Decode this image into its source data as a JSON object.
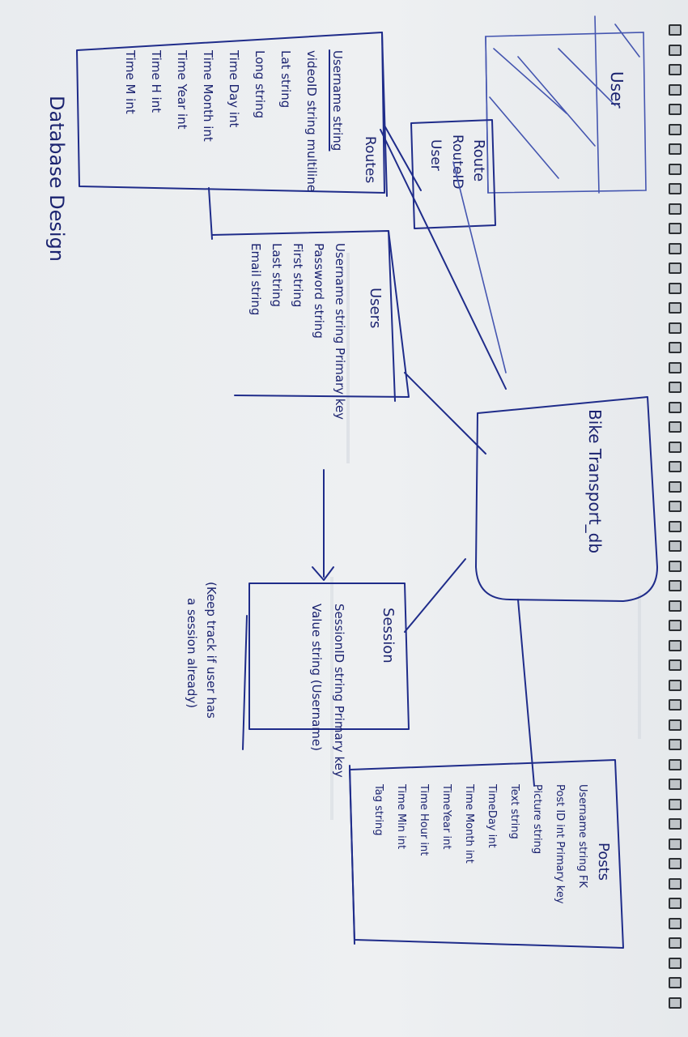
{
  "page_title": "Database Design",
  "center_node": "Bike Transport_db",
  "entities": {
    "user_box": {
      "title": "User"
    },
    "route_box": {
      "lines": [
        "Route",
        "RouteID",
        "User"
      ]
    },
    "routes": {
      "title": "Routes",
      "struck": "Routes",
      "rows": [
        {
          "text": "Username string",
          "struck": true
        },
        {
          "text": "videoID string multiline"
        },
        {
          "text": "Lat string"
        },
        {
          "text": "Long string"
        },
        {
          "text": "Time Day int"
        },
        {
          "text": "Time Month int"
        },
        {
          "text": "Time Year int"
        },
        {
          "text": "Time H int"
        },
        {
          "text": "Time M int"
        }
      ]
    },
    "users": {
      "title": "Users",
      "rows": [
        {
          "text": "Username string Primary key"
        },
        {
          "text": "Password string"
        },
        {
          "text": "First string"
        },
        {
          "text": "Last string"
        },
        {
          "text": "Email string"
        }
      ]
    },
    "session": {
      "title": "Session",
      "rows": [
        {
          "text": "SessionID string Primary key"
        },
        {
          "text": "Value string (Username)"
        }
      ],
      "note_lines": [
        "(Keep track if user has",
        "a session already)"
      ]
    },
    "posts": {
      "title": "Posts",
      "rows": [
        {
          "text": "Username string FK"
        },
        {
          "text": "Post ID int Primary key"
        },
        {
          "text": "Picture string"
        },
        {
          "text": "Text string"
        },
        {
          "text": "TimeDay int"
        },
        {
          "text": "Time Month int"
        },
        {
          "text": "TimeYear int"
        },
        {
          "text": "Time Hour int"
        },
        {
          "text": "Time Min int"
        },
        {
          "text": "Tag string"
        }
      ]
    }
  },
  "ink_color": "#1f2c8a"
}
